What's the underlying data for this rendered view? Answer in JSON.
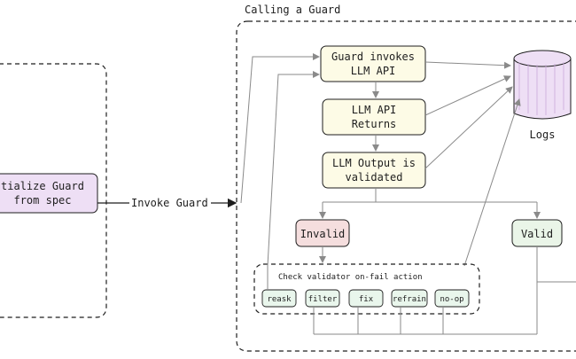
{
  "container": {
    "label": "Calling a Guard"
  },
  "left_node": {
    "line1": "tialize Guard",
    "line2": "from spec"
  },
  "edge_label": "Invoke Guard",
  "nodes": {
    "invoke": {
      "line1": "Guard invokes",
      "line2": "LLM API"
    },
    "returns": {
      "line1": "LLM API",
      "line2": "Returns"
    },
    "validated": {
      "line1": "LLM Output is",
      "line2": "validated"
    },
    "invalid": {
      "label": "Invalid"
    },
    "valid": {
      "label": "Valid"
    }
  },
  "logs": {
    "label": "Logs"
  },
  "onfail": {
    "title": "Check validator on-fail action",
    "options": [
      "reask",
      "filter",
      "fix",
      "refrain",
      "no-op"
    ]
  },
  "colors": {
    "stroke": "#1e1e1e",
    "yellow_fill": "#fdfbe6",
    "purple_fill": "#eedff5",
    "pink_fill": "#f5dede",
    "green_fill": "#eaf5e8",
    "option_fill": "#e9f6ec",
    "arrow": "#8a8a8a"
  }
}
